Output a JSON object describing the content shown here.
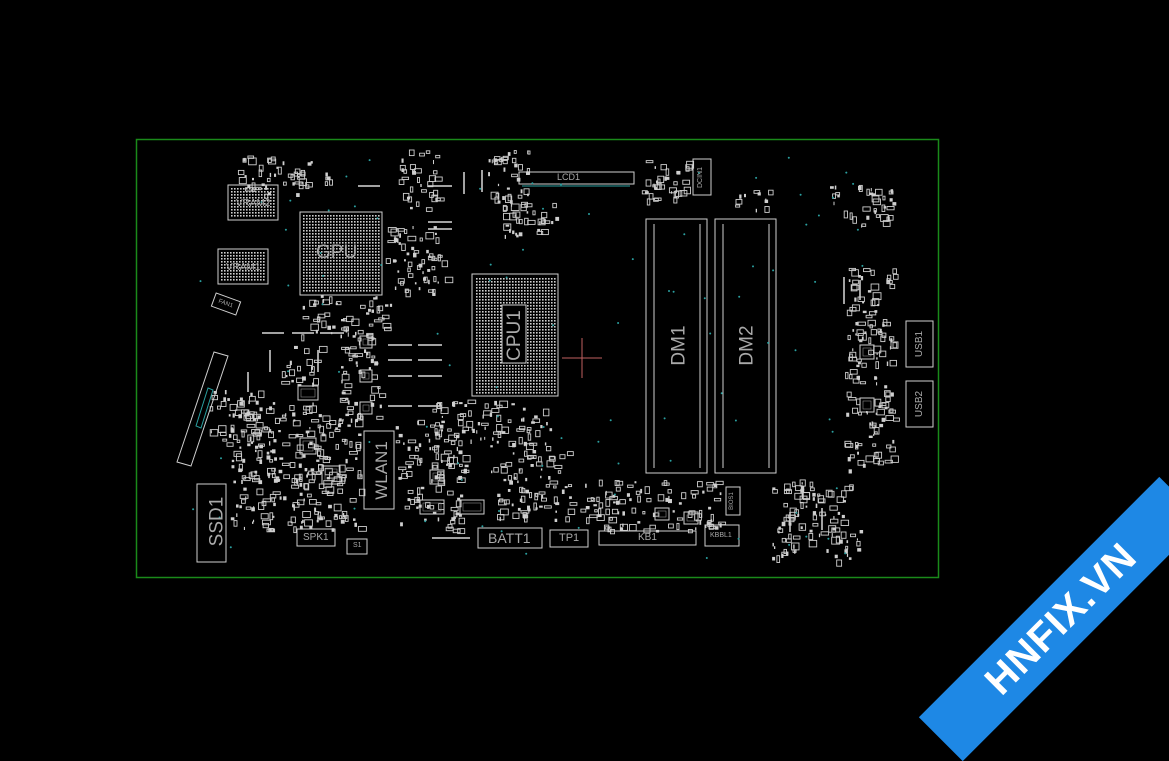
{
  "board": {
    "outline_color": "#1a8a1a",
    "trace_color": "#d8d8d8",
    "pad_color": "#cfcfcf",
    "dot_color": "#2aa0a0",
    "label_color": "#a9a9a9",
    "marker_color": "#c06060"
  },
  "components": {
    "vram2": "VRAM2",
    "gpu": "GPU",
    "vram1": "VRAM1",
    "fan1": "FAN1",
    "lcd": "LCD1",
    "dcin": "DCIN1",
    "cpu": "CPU1",
    "dm1": "DM1",
    "dm2": "DM2",
    "usb1": "USB1",
    "usb2": "USB2",
    "ssd": "SSD1",
    "spk": "SPK1",
    "wlan": "WLAN1",
    "batt": "BATT1",
    "tp": "TP1",
    "kb": "KB1",
    "kbbl": "KBBL1",
    "bios": "BIOS1",
    "s1": "S1"
  },
  "watermark": {
    "text": "HNFIX.VN",
    "color": "#1e88e5"
  }
}
